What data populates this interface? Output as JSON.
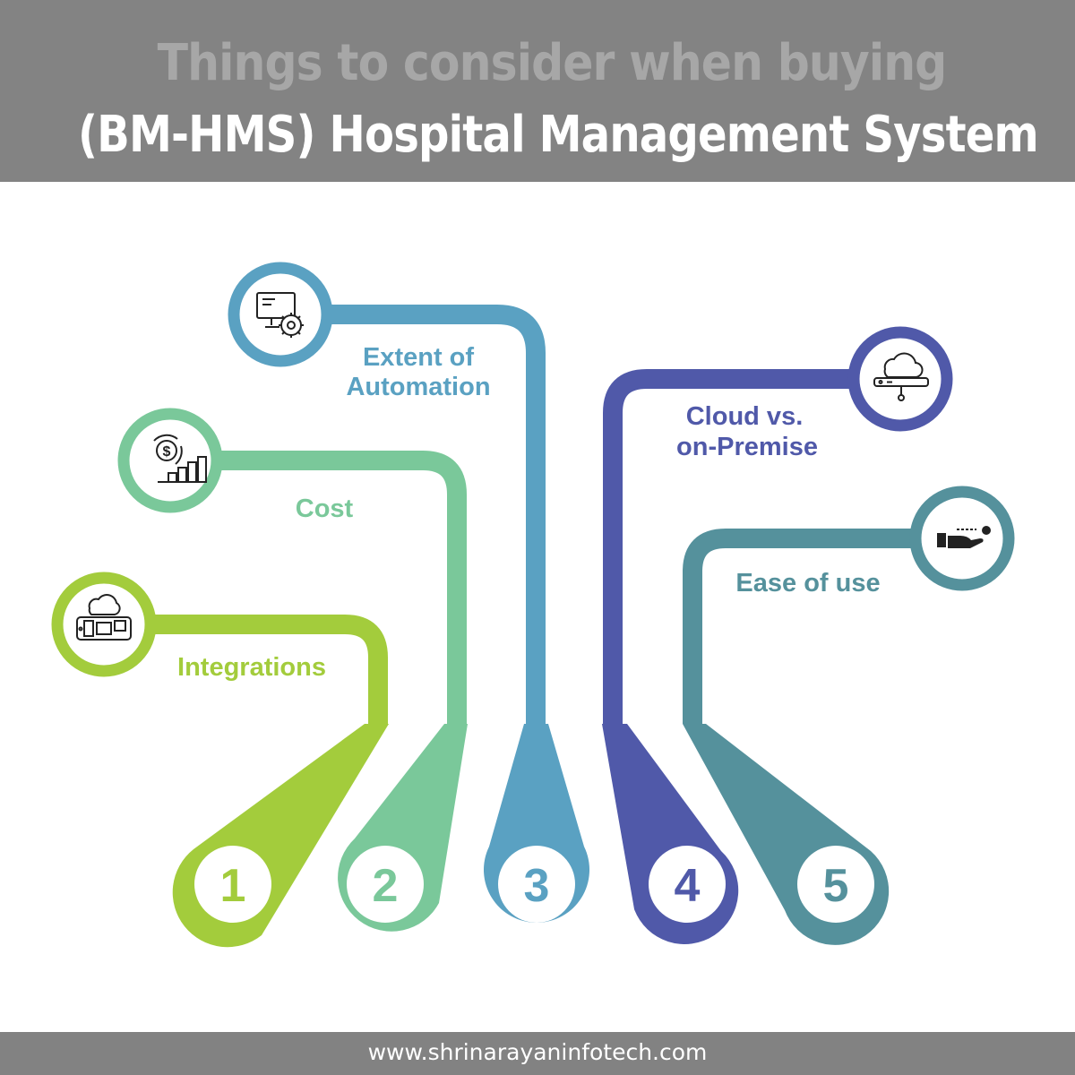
{
  "header": {
    "title_line1": "Things to consider when buying",
    "title_line2": "(BM-HMS) Hospital Management System"
  },
  "items": [
    {
      "number": "1",
      "label": "Integrations",
      "color": "#a3cc3c",
      "icon": "cloud-devices-icon"
    },
    {
      "number": "2",
      "label": "Cost",
      "color": "#7ac89a",
      "icon": "dollar-growth-icon"
    },
    {
      "number": "3",
      "label_line1": "Extent of",
      "label_line2": "Automation",
      "color": "#5aa1c2",
      "icon": "monitor-gear-icon"
    },
    {
      "number": "4",
      "label_line1": "Cloud vs.",
      "label_line2": "on-Premise",
      "color": "#5059a9",
      "icon": "cloud-server-icon"
    },
    {
      "number": "5",
      "label": "Ease of use",
      "color": "#55919c",
      "icon": "hand-key-icon"
    }
  ],
  "footer": {
    "url": "www.shrinarayaninfotech.com"
  }
}
